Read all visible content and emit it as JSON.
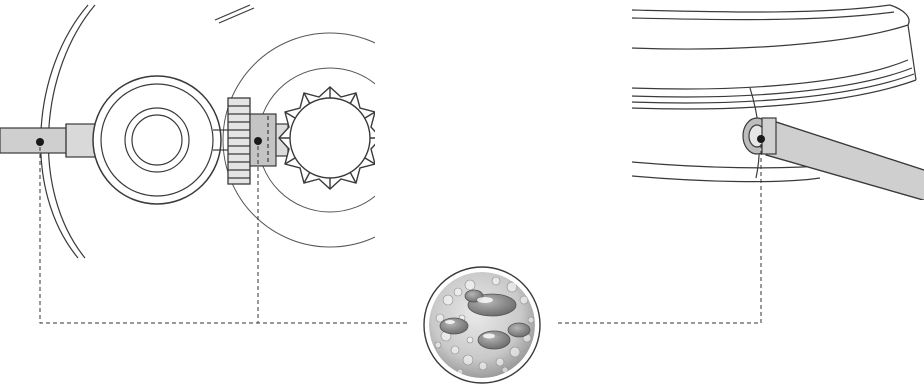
{
  "figure": {
    "left_panel": {
      "parts": [
        "gas-hose",
        "pressure-regulator",
        "tank-valve-nut",
        "tank-valve-collar"
      ],
      "leak_check_points": 2
    },
    "right_panel": {
      "parts": [
        "grill-body",
        "gas-inlet-fitting",
        "gas-hose"
      ],
      "leak_check_points": 1
    },
    "bubble_indicator": {
      "icon": "soap-bubbles-icon"
    },
    "colors": {
      "line": "#3a3a3a",
      "metal_fill": "#c8c8c8",
      "hose_fill": "#cfcfcf",
      "marker": "#1a1a1a",
      "leader": "#333333"
    }
  }
}
